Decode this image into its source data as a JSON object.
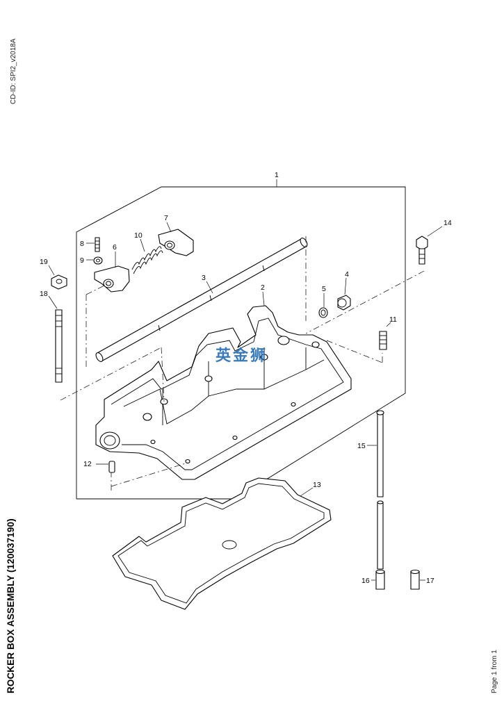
{
  "document": {
    "cd_id": "CD-ID: SPI2_v2018A",
    "title": "ROCKER BOX ASSEMBLY (120037190)",
    "page": "Page 1 from 1",
    "watermark": "英金狮"
  },
  "callouts": [
    "1",
    "2",
    "3",
    "4",
    "5",
    "6",
    "7",
    "8",
    "9",
    "10",
    "11",
    "12",
    "13",
    "14",
    "15",
    "16",
    "17",
    "18",
    "19"
  ]
}
